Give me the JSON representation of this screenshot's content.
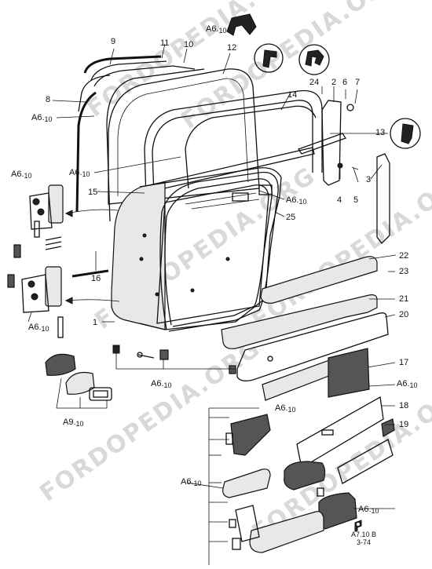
{
  "watermark": "FORDOPEDIA.ORG",
  "diagram_code": [
    "A7.10 B",
    "3-74"
  ],
  "part_numbers": [
    "1",
    "2",
    "3",
    "4",
    "5",
    "6",
    "7",
    "8",
    "9",
    "10",
    "11",
    "12",
    "13",
    "14",
    "15",
    "16",
    "17",
    "18",
    "19",
    "20",
    "21",
    "22",
    "23",
    "24",
    "25"
  ],
  "spec_labels": {
    "a6_main": "A6",
    "a6_sub": "10",
    "a9_main": "A9",
    "a9_sub": "10"
  },
  "icons": [
    "seal-profile-a-icon",
    "seal-profile-b-icon",
    "seal-profile-c-icon",
    "seal-profile-d-icon",
    "ford-logo-icon"
  ]
}
